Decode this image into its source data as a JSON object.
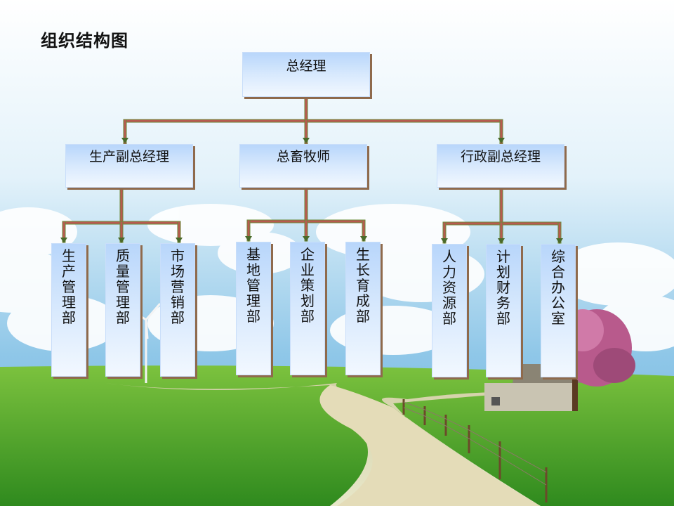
{
  "title": "组织结构图",
  "root": {
    "label": "总经理"
  },
  "level2": [
    {
      "label": "生产副总经理"
    },
    {
      "label": "总畜牧师"
    },
    {
      "label": "行政副总经理"
    }
  ],
  "level3": [
    {
      "label": "生产管理部"
    },
    {
      "label": "质量管理部"
    },
    {
      "label": "市场营销部"
    },
    {
      "label": "基地管理部"
    },
    {
      "label": "企业策划部"
    },
    {
      "label": "生长育成部"
    },
    {
      "label": "人力资源部"
    },
    {
      "label": "计划财务部"
    },
    {
      "label": "综合办公室"
    }
  ],
  "colors": {
    "connector": "#b85a50",
    "connector_outline": "#6a8a3a",
    "box_top": "#b8d6fb",
    "box_shadow": "#8f6a4c"
  }
}
